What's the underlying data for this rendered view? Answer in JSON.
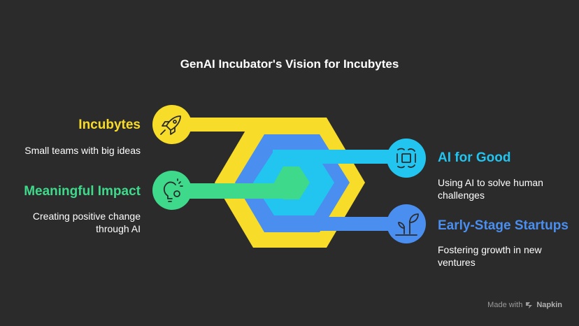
{
  "title": "GenAI Incubator's Vision for Incubytes",
  "items": [
    {
      "label": "Incubytes",
      "desc_lines": [
        "Small teams with big ideas"
      ],
      "color": "#f7dc2a",
      "icon": "rocket-icon"
    },
    {
      "label": "Meaningful Impact",
      "desc_lines": [
        "Creating positive change",
        "through AI"
      ],
      "color": "#3fd98b",
      "icon": "lightbulb-icon"
    },
    {
      "label": "AI for Good",
      "desc_lines": [
        "Using AI to solve human",
        "challenges"
      ],
      "color": "#22c4f0",
      "icon": "collaboration-icon"
    },
    {
      "label": "Early-Stage Startups",
      "desc_lines": [
        "Fostering growth in new",
        "ventures"
      ],
      "color": "#4a8ef0",
      "icon": "sprout-icon"
    }
  ],
  "footer": {
    "made_with": "Made with",
    "brand": "Napkin"
  }
}
